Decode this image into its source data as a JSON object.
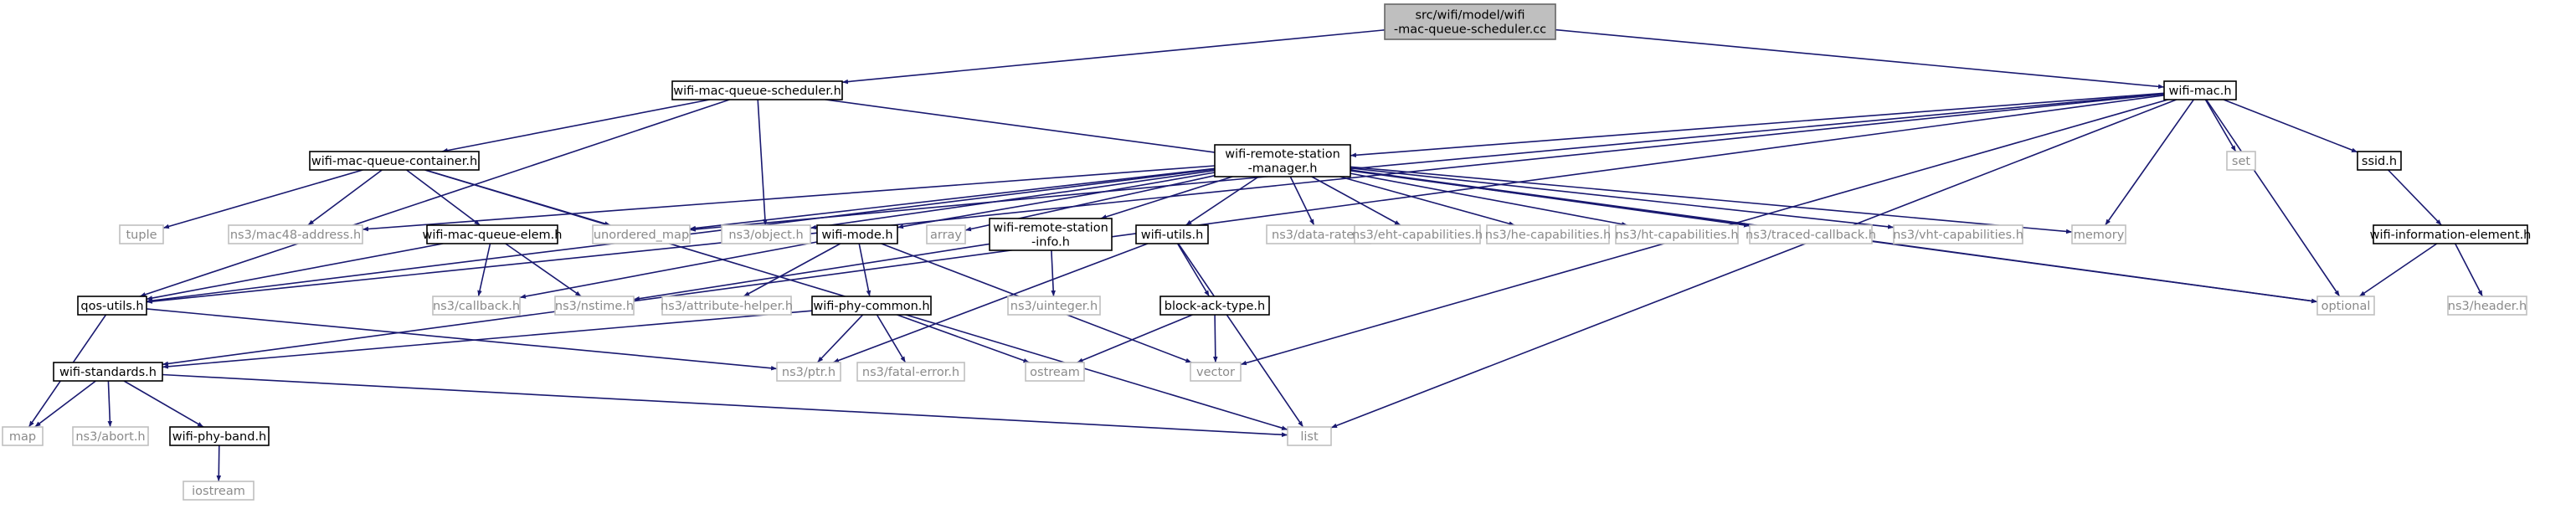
{
  "graph": {
    "title": "",
    "nodes": {
      "root": {
        "lines": [
          "src/wifi/model/wifi",
          "-mac-queue-scheduler.cc"
        ]
      },
      "mqs": {
        "lines": [
          "wifi-mac-queue-scheduler.h"
        ]
      },
      "mac": {
        "lines": [
          "wifi-mac.h"
        ]
      },
      "mqc": {
        "lines": [
          "wifi-mac-queue-container.h"
        ]
      },
      "rsm": {
        "lines": [
          "wifi-remote-station",
          "-manager.h"
        ]
      },
      "set": {
        "lines": [
          "set"
        ]
      },
      "ssid": {
        "lines": [
          "ssid.h"
        ]
      },
      "tuple": {
        "lines": [
          "tuple"
        ]
      },
      "mac48": {
        "lines": [
          "ns3/mac48-address.h"
        ]
      },
      "umap": {
        "lines": [
          "unordered_map"
        ]
      },
      "object": {
        "lines": [
          "ns3/object.h"
        ]
      },
      "array": {
        "lines": [
          "array"
        ]
      },
      "datarate": {
        "lines": [
          "ns3/data-rate.h"
        ]
      },
      "eht": {
        "lines": [
          "ns3/eht-capabilities.h"
        ]
      },
      "he": {
        "lines": [
          "ns3/he-capabilities.h"
        ]
      },
      "ht": {
        "lines": [
          "ns3/ht-capabilities.h"
        ]
      },
      "traced": {
        "lines": [
          "ns3/traced-callback.h"
        ]
      },
      "vht": {
        "lines": [
          "ns3/vht-capabilities.h"
        ]
      },
      "memory": {
        "lines": [
          "memory"
        ]
      },
      "wie": {
        "lines": [
          "wifi-information-element.h"
        ]
      },
      "mqe": {
        "lines": [
          "wifi-mac-queue-elem.h"
        ]
      },
      "mode": {
        "lines": [
          "wifi-mode.h"
        ]
      },
      "rsi": {
        "lines": [
          "wifi-remote-station",
          "-info.h"
        ]
      },
      "utils": {
        "lines": [
          "wifi-utils.h"
        ]
      },
      "optional": {
        "lines": [
          "optional"
        ]
      },
      "header": {
        "lines": [
          "ns3/header.h"
        ]
      },
      "qos": {
        "lines": [
          "qos-utils.h"
        ]
      },
      "callback": {
        "lines": [
          "ns3/callback.h"
        ]
      },
      "nstime": {
        "lines": [
          "ns3/nstime.h"
        ]
      },
      "attr": {
        "lines": [
          "ns3/attribute-helper.h"
        ]
      },
      "uinteger": {
        "lines": [
          "ns3/uinteger.h"
        ]
      },
      "bat": {
        "lines": [
          "block-ack-type.h"
        ]
      },
      "phyc": {
        "lines": [
          "wifi-phy-common.h"
        ]
      },
      "std": {
        "lines": [
          "wifi-standards.h"
        ]
      },
      "ptr": {
        "lines": [
          "ns3/ptr.h"
        ]
      },
      "fatal": {
        "lines": [
          "ns3/fatal-error.h"
        ]
      },
      "ostream": {
        "lines": [
          "ostream"
        ]
      },
      "vector": {
        "lines": [
          "vector"
        ]
      },
      "map": {
        "lines": [
          "map"
        ]
      },
      "abort": {
        "lines": [
          "ns3/abort.h"
        ]
      },
      "band": {
        "lines": [
          "wifi-phy-band.h"
        ]
      },
      "list": {
        "lines": [
          "list"
        ]
      },
      "iostream": {
        "lines": [
          "iostream"
        ]
      }
    },
    "edges": [
      [
        "root",
        "mqs"
      ],
      [
        "root",
        "mac"
      ],
      [
        "mqs",
        "mqc"
      ],
      [
        "mqs",
        "object"
      ],
      [
        "mqs",
        "qos"
      ],
      [
        "mqs",
        "optional"
      ],
      [
        "mac",
        "rsm"
      ],
      [
        "mac",
        "set"
      ],
      [
        "mac",
        "ssid"
      ],
      [
        "mac",
        "memory"
      ],
      [
        "mac",
        "optional"
      ],
      [
        "mac",
        "list"
      ],
      [
        "mac",
        "vector"
      ],
      [
        "mac",
        "umap"
      ],
      [
        "mac",
        "qos"
      ],
      [
        "mac",
        "std"
      ],
      [
        "mqc",
        "tuple"
      ],
      [
        "mqc",
        "mac48"
      ],
      [
        "mqc",
        "umap"
      ],
      [
        "mqc",
        "mqe"
      ],
      [
        "mqc",
        "list"
      ],
      [
        "rsm",
        "mac48"
      ],
      [
        "rsm",
        "umap"
      ],
      [
        "rsm",
        "object"
      ],
      [
        "rsm",
        "array"
      ],
      [
        "rsm",
        "mode"
      ],
      [
        "rsm",
        "rsi"
      ],
      [
        "rsm",
        "utils"
      ],
      [
        "rsm",
        "datarate"
      ],
      [
        "rsm",
        "eht"
      ],
      [
        "rsm",
        "he"
      ],
      [
        "rsm",
        "ht"
      ],
      [
        "rsm",
        "traced"
      ],
      [
        "rsm",
        "vht"
      ],
      [
        "rsm",
        "memory"
      ],
      [
        "rsm",
        "optional"
      ],
      [
        "rsm",
        "qos"
      ],
      [
        "ssid",
        "wie"
      ],
      [
        "wie",
        "optional"
      ],
      [
        "wie",
        "header"
      ],
      [
        "mqe",
        "qos"
      ],
      [
        "mqe",
        "callback"
      ],
      [
        "mqe",
        "nstime"
      ],
      [
        "mode",
        "callback"
      ],
      [
        "mode",
        "attr"
      ],
      [
        "mode",
        "phyc"
      ],
      [
        "mode",
        "vector"
      ],
      [
        "rsi",
        "nstime"
      ],
      [
        "rsi",
        "uinteger"
      ],
      [
        "utils",
        "bat"
      ],
      [
        "utils",
        "list"
      ],
      [
        "utils",
        "ptr"
      ],
      [
        "bat",
        "ostream"
      ],
      [
        "bat",
        "vector"
      ],
      [
        "phyc",
        "std"
      ],
      [
        "phyc",
        "ptr"
      ],
      [
        "phyc",
        "fatal"
      ],
      [
        "phyc",
        "ostream"
      ],
      [
        "qos",
        "map"
      ],
      [
        "qos",
        "ptr"
      ],
      [
        "std",
        "map"
      ],
      [
        "std",
        "abort"
      ],
      [
        "std",
        "band"
      ],
      [
        "std",
        "list"
      ],
      [
        "band",
        "iostream"
      ]
    ]
  }
}
